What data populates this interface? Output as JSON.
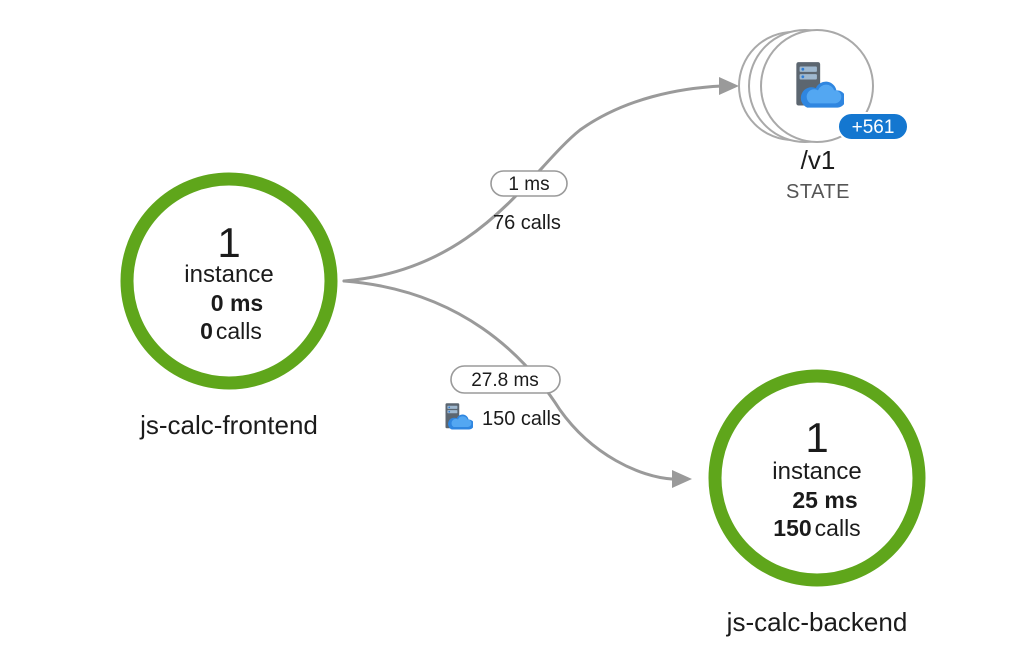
{
  "nodes": {
    "frontend": {
      "instances": "1",
      "instance_label": "instance",
      "duration": "0 ms",
      "calls_count": "0",
      "calls_label": "calls",
      "name": "js-calc-frontend",
      "status_color": "#5fa61b"
    },
    "backend": {
      "instances": "1",
      "instance_label": "instance",
      "duration": "25 ms",
      "calls_count": "150",
      "calls_label": "calls",
      "name": "js-calc-backend",
      "status_color": "#5fa61b"
    },
    "state": {
      "name": "/v1",
      "type": "STATE",
      "badge": "+561",
      "icon": "cloud-server-icon",
      "badge_color": "#1477d0"
    }
  },
  "edges": {
    "to_state": {
      "duration": "1 ms",
      "calls": "76 calls"
    },
    "to_backend": {
      "duration": "27.8 ms",
      "calls": "150 calls",
      "icon": "cloud-server-icon"
    }
  },
  "colors": {
    "edge": "#9a9a9a",
    "healthy_ring": "#5fa61b",
    "badge": "#1477d0"
  }
}
